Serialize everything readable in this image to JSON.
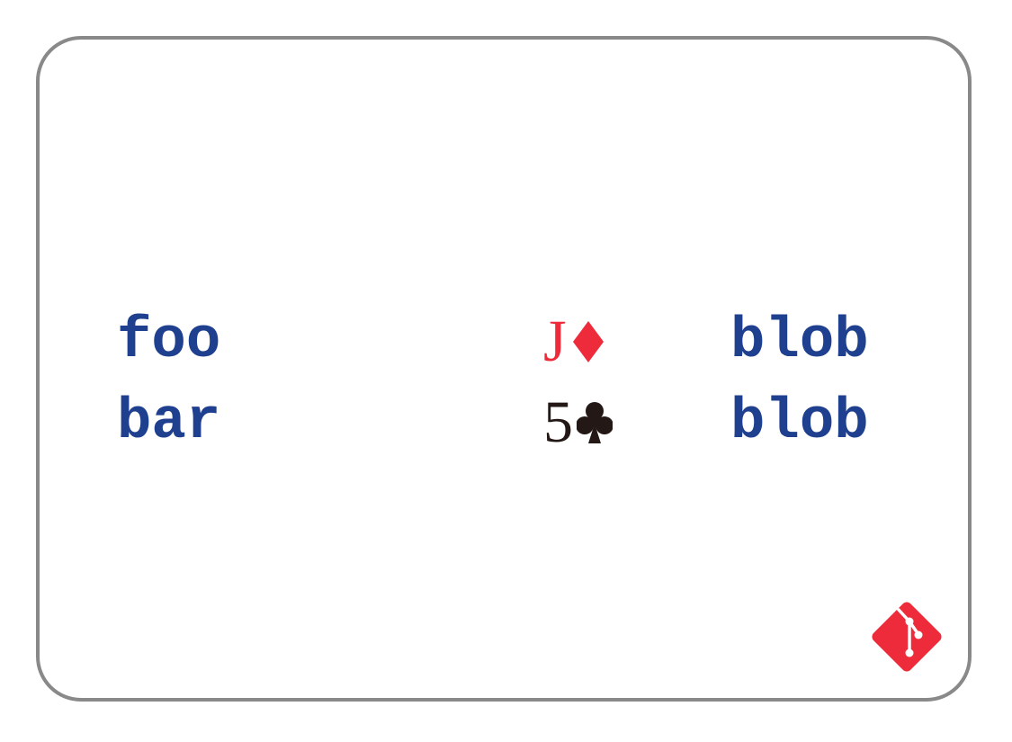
{
  "rows": [
    {
      "name": "foo",
      "card": {
        "rank": "J",
        "suit_icon": "diamond-icon",
        "color": "#ee2b3b"
      },
      "object": "blob"
    },
    {
      "name": "bar",
      "card": {
        "rank": "5",
        "suit_icon": "club-icon",
        "color": "#231815"
      },
      "object": "blob"
    }
  ],
  "logo_icon": "git-logo-icon",
  "colors": {
    "text": "#1f3f8f",
    "border": "#898989",
    "red": "#ee2b3b",
    "black": "#231815"
  }
}
